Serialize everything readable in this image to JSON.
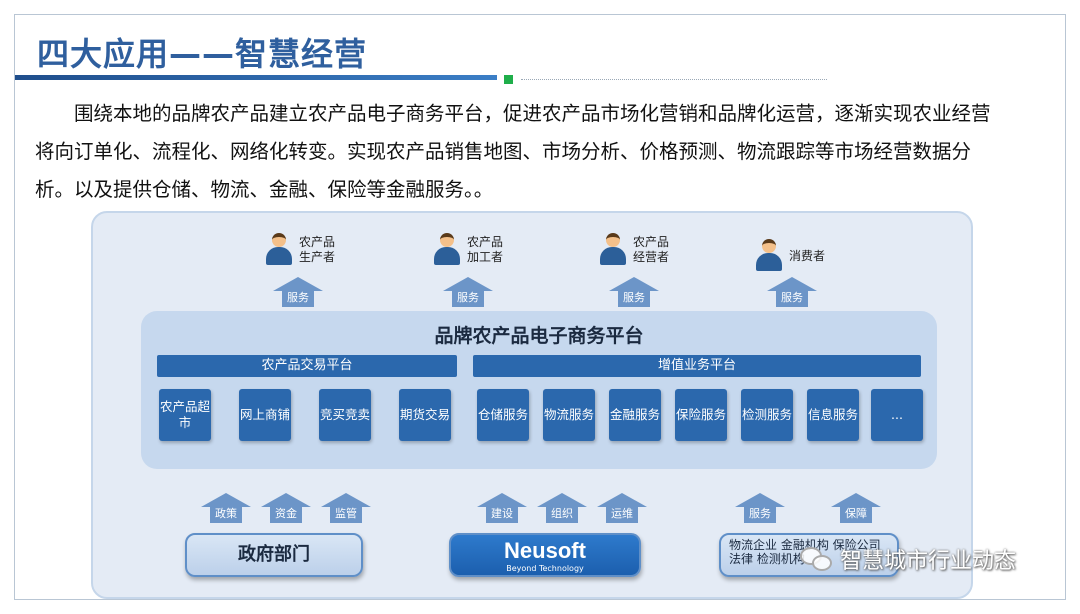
{
  "title": "四大应用——智慧经营",
  "paragraph": "围绕本地的品牌农产品建立农产品电子商务平台，促进农产品市场化营销和品牌化运营，逐渐实现农业经营将向订单化、流程化、网络化转变。实现农产品销售地图、市场分析、价格预测、物流跟踪等市场经营数据分析。以及提供仓储、物流、金融、保险等金融服务。。",
  "roles": [
    {
      "label": "农产品生产者"
    },
    {
      "label": "农产品加工者"
    },
    {
      "label": "农产品经营者"
    },
    {
      "label": "消费者"
    }
  ],
  "service_label": "服务",
  "platform": {
    "title": "品牌农产品电子商务平台",
    "trade_bar": "农产品交易平台",
    "value_bar": "增值业务平台",
    "trade_tiles": [
      "农产品超市",
      "网上商铺",
      "竞买竞卖",
      "期货交易"
    ],
    "value_tiles": [
      "仓储服务",
      "物流服务",
      "金融服务",
      "保险服务",
      "检测服务",
      "信息服务",
      "..."
    ]
  },
  "bottom_arrows": [
    "政策",
    "资金",
    "监管",
    "建设",
    "组织",
    "运维",
    "服务",
    "保障"
  ],
  "government": "政府部门",
  "neusoft": {
    "logo": "Neusoft",
    "tagline": "Beyond Technology"
  },
  "orgs": "物流企业 金融机构 保险公司 法律 检测机构",
  "watermark": "智慧城市行业动态"
}
